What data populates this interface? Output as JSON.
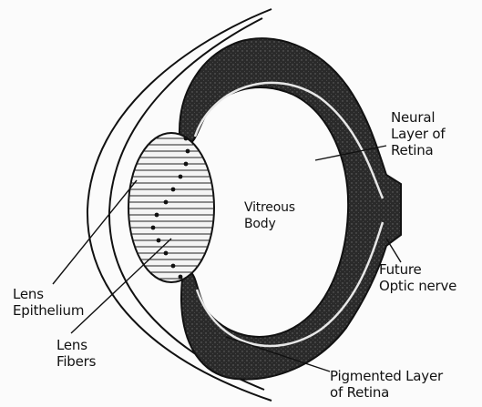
{
  "diagram": {
    "labels": {
      "neural_retina": [
        "Neural",
        "Layer of",
        "Retina"
      ],
      "vitreous_body": [
        "Vitreous",
        "Body"
      ],
      "future_optic_nerve": [
        "Future",
        "Optic nerve"
      ],
      "lens_epithelium": [
        "Lens",
        "Epithelium"
      ],
      "lens_fibers": [
        "Lens",
        "Fibers"
      ],
      "pigmented_retina": [
        "Pigmented Layer",
        "of Retina"
      ]
    },
    "colors": {
      "ink": "#111111",
      "cup_fill": "#1c1c1c",
      "lens_fill": "#f4f4f4"
    }
  }
}
